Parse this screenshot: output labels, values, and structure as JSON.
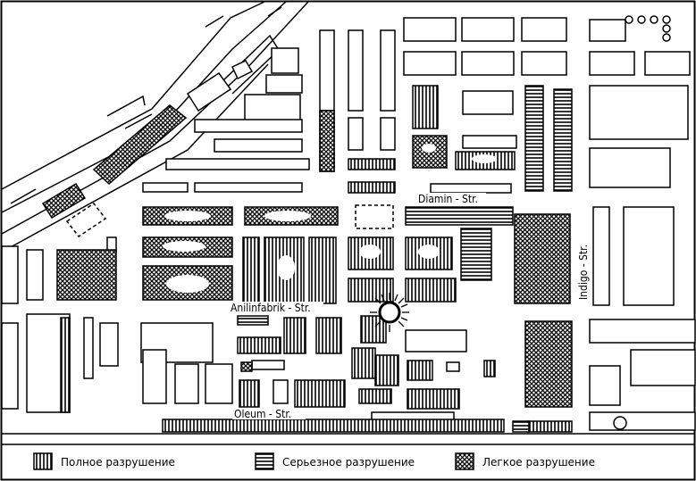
{
  "map": {
    "streets": {
      "diamin": "Diamin - Str.",
      "anilinfabrik": "Anilinfabrik - Str.",
      "oleum": "Oleum - Str.",
      "indigo": "Indigo - Str."
    },
    "legend": {
      "full": "Полное разрушение",
      "serious": "Серьезное разрушение",
      "light": "Легкое разрушение"
    },
    "icons": {
      "epicenter": "sun-burst-icon",
      "tank": "circle-icon"
    },
    "colors": {
      "ink": "#000000",
      "paper": "#ffffff"
    }
  }
}
